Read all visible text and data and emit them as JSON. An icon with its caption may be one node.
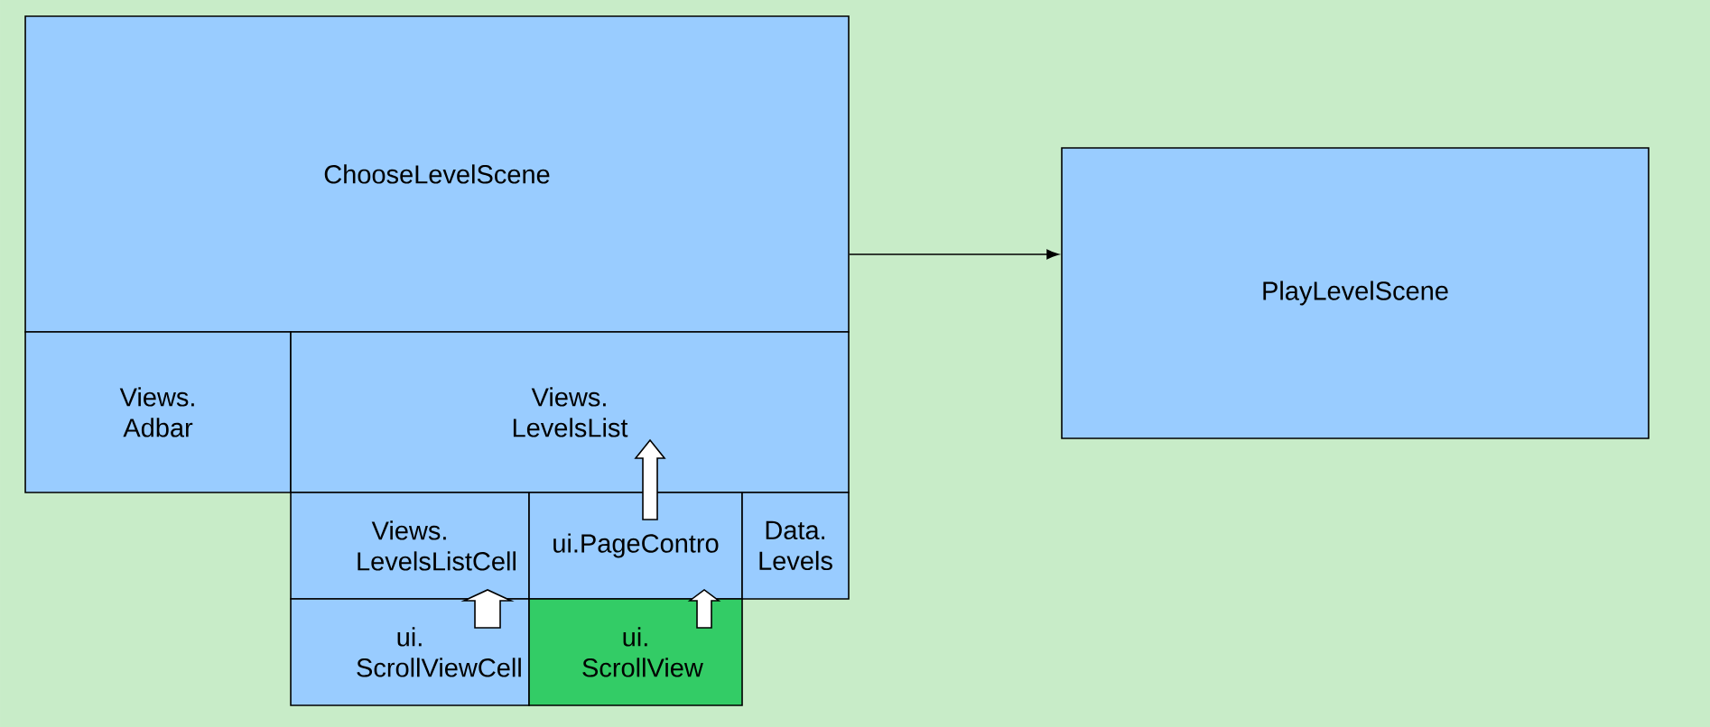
{
  "diagram": {
    "nodes": [
      {
        "text": [
          "ChooseLevelScene"
        ]
      },
      {
        "text": [
          "PlayLevelScene"
        ]
      },
      {
        "text": [
          "Views. Adbar"
        ]
      },
      {
        "text": [
          "Views. LevelsList"
        ]
      },
      {
        "text": [
          "Views. LevelsListCell"
        ]
      },
      {
        "text": [
          "ui.PageContro"
        ]
      },
      {
        "text": [
          "Data. Levels"
        ]
      },
      {
        "text": [
          "ui. ScrollViewCell"
        ]
      },
      {
        "text": [
          "ui. ScrollView"
        ]
      }
    ],
    "edges": [
      {
        "from": 0,
        "to": 1,
        "arrow": "to"
      },
      {
        "from": 7,
        "to": 4,
        "arrow": "to",
        "style": "thick"
      },
      {
        "from": 8,
        "to": 5,
        "arrow": "to",
        "style": "thick"
      },
      {
        "from": 5,
        "to": 3,
        "arrow": "to",
        "style": "thick"
      }
    ]
  }
}
